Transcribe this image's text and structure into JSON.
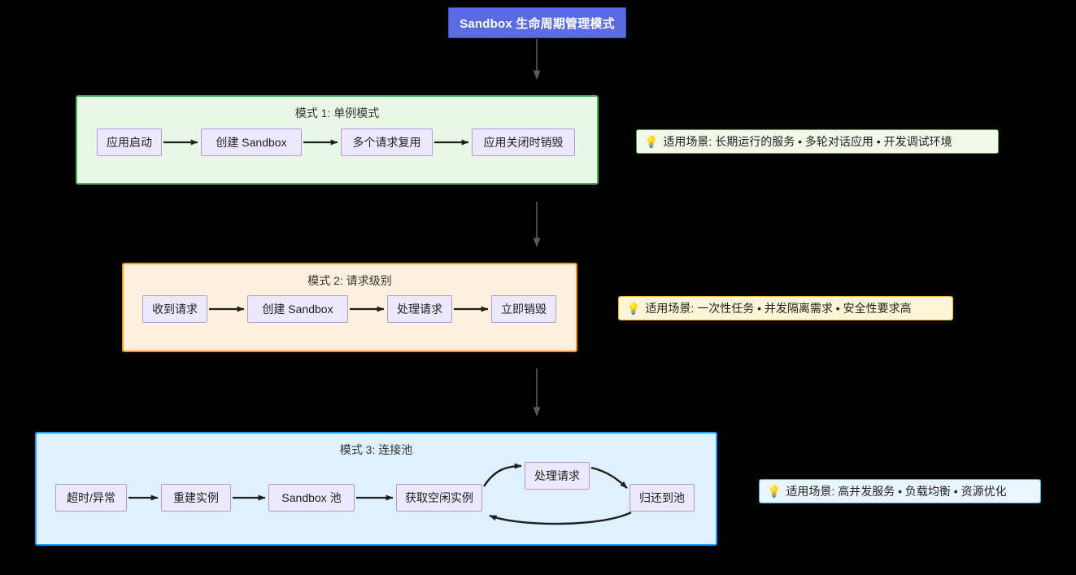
{
  "page": {
    "background": "#000000",
    "title_node": {
      "label": "Sandbox 生命周期管理模式",
      "fill": "#5b6ce0",
      "text_color": "#ffffff"
    }
  },
  "node_style": {
    "fill": "#ece8fd",
    "border": "#b49be0"
  },
  "subgraphs": [
    {
      "id": "mode1",
      "title": "模式 1: 单例模式",
      "fill": "#e7f8e7",
      "border": "#4caf50",
      "nodes": [
        {
          "label": "应用启动"
        },
        {
          "label": "创建 Sandbox"
        },
        {
          "label": "多个请求复用"
        },
        {
          "label": "应用关闭时销毁"
        }
      ]
    },
    {
      "id": "mode2",
      "title": "模式 2: 请求级别",
      "fill": "#fdf0dc",
      "border": "#f79500",
      "nodes": [
        {
          "label": "收到请求"
        },
        {
          "label": "创建 Sandbox"
        },
        {
          "label": "处理请求"
        },
        {
          "label": "立即销毁"
        }
      ]
    },
    {
      "id": "mode3",
      "title": "模式 3: 连接池",
      "fill": "#e0f0fd",
      "border": "#1e9ef0",
      "nodes": [
        {
          "label": "超时/异常"
        },
        {
          "label": "重建实例"
        },
        {
          "label": "Sandbox 池"
        },
        {
          "label": "获取空闲实例"
        },
        {
          "label": "处理请求"
        },
        {
          "label": "归还到池"
        }
      ]
    }
  ],
  "notes": [
    {
      "id": "note1",
      "icon": "lightbulb-icon",
      "bulb": "💡",
      "text": "适用场景: 长期运行的服务 • 多轮对话应用 • 开发调试环境",
      "fill": "#f2f9e8",
      "border": "#53a14f"
    },
    {
      "id": "note2",
      "icon": "lightbulb-icon",
      "bulb": "💡",
      "text": "适用场景: 一次性任务 • 并发隔离需求 • 安全性要求高",
      "fill": "#fdf5d8",
      "border": "#e8b82c"
    },
    {
      "id": "note3",
      "icon": "lightbulb-icon",
      "bulb": "💡",
      "text": "适用场景: 高并发服务 • 负载均衡 • 资源优化",
      "fill": "#eaf6fd",
      "border": "#2fa8e0"
    }
  ],
  "connectors": {
    "inner_arrow_color": "#1f1f1f",
    "flow_arrow_color": "#59595e"
  }
}
